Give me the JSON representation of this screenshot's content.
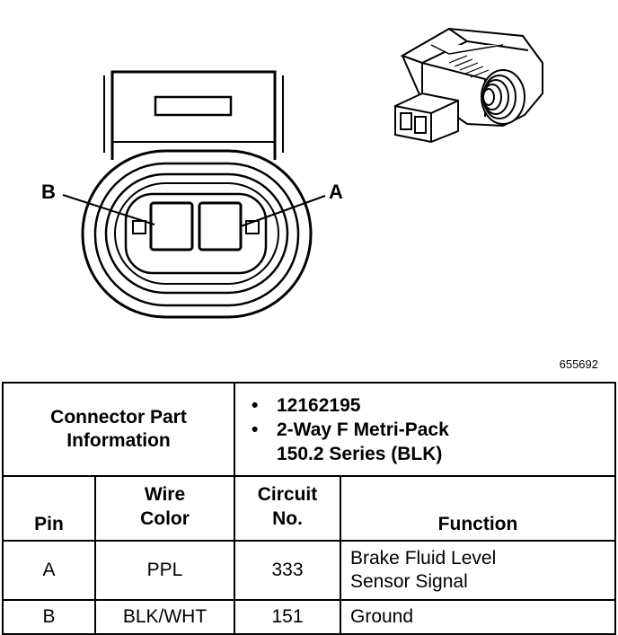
{
  "figure_id": "655692",
  "pin_labels": {
    "a": "A",
    "b": "B"
  },
  "connector_info": {
    "label_line1": "Connector Part",
    "label_line2": "Information",
    "items": [
      "12162195",
      "2-Way F Metri-Pack",
      "150.2 Series (BLK)"
    ]
  },
  "table": {
    "headers": {
      "pin": "Pin",
      "wire_color_line1": "Wire",
      "wire_color_line2": "Color",
      "circuit_line1": "Circuit",
      "circuit_line2": "No.",
      "function": "Function"
    },
    "rows": [
      {
        "pin": "A",
        "wire_color": "PPL",
        "circuit": "333",
        "function_line1": "Brake Fluid Level",
        "function_line2": "Sensor Signal"
      },
      {
        "pin": "B",
        "wire_color": "BLK/WHT",
        "circuit": "151",
        "function_line1": "Ground",
        "function_line2": ""
      }
    ]
  }
}
